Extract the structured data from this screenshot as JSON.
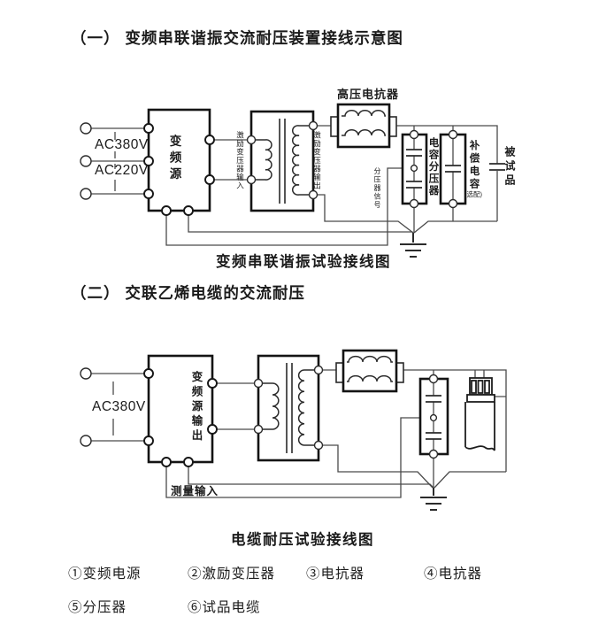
{
  "section1": {
    "heading": "（一） 变频串联谐振交流耐压装置接线示意图",
    "caption": "变频串联谐振试验接线图",
    "labels": {
      "ac380v": "AC380V",
      "ac220v": "AC220V",
      "freq_source": "变频源",
      "transformer_input": "激励变压器输入",
      "transformer_output": "激励变压器输出",
      "hv_reactor": "高压电抗器",
      "cap_divider": "电容分压器",
      "divider_signal": "分压器信号",
      "comp_cap": "补偿电容",
      "comp_cap_optional": "(选配)",
      "test_object": "被试品"
    }
  },
  "section2": {
    "heading": "（二） 交联乙烯电缆的交流耐压",
    "caption": "电缆耐压试验接线图",
    "labels": {
      "ac380v": "AC380V",
      "freq_source_output": "变频源输出",
      "measure_input": "测量输入"
    }
  },
  "legend": {
    "items": [
      "①变频电源",
      "②激励变压器",
      "③电抗器",
      "④电抗器",
      "⑤分压器",
      "⑥试品电缆"
    ]
  },
  "colors": {
    "ink": "#1b1b1b",
    "wire": "#4a4a4a",
    "box": "#141414",
    "background": "#ffffff"
  }
}
